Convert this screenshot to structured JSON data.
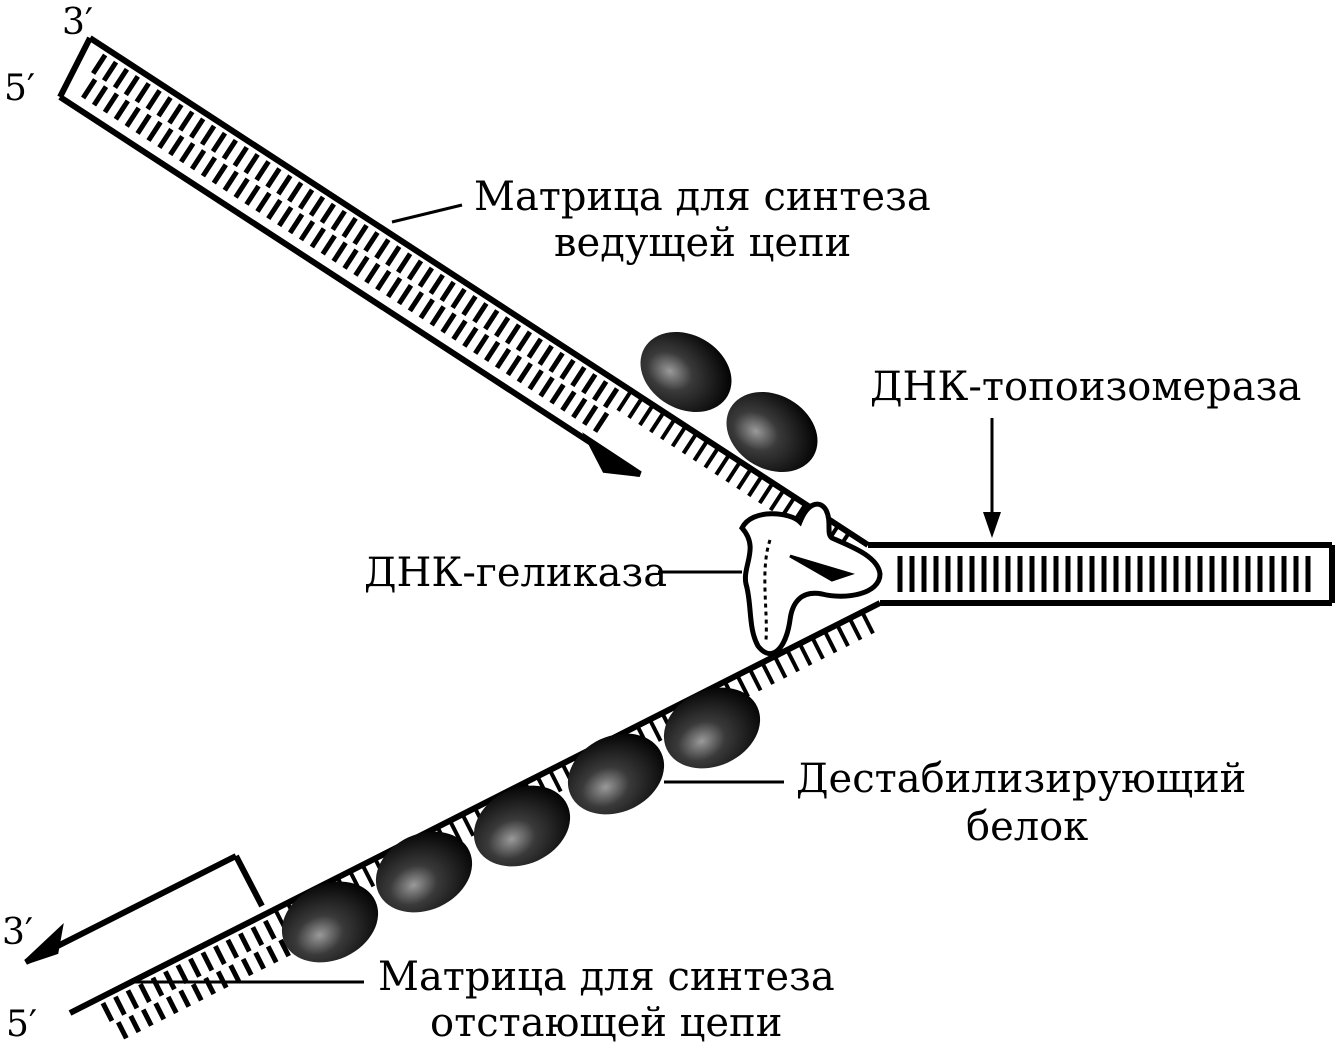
{
  "labels": {
    "leading_template_line1": "Матрица для синтеза",
    "leading_template_line2": "ведущей цепи",
    "topoisomerase": "ДНК-топоизомераза",
    "helicase": "ДНК-геликаза",
    "ssb_line1": "Дестабилизирующий",
    "ssb_line2": "белок",
    "lagging_template_line1": "Матрица для синтеза",
    "lagging_template_line2": "отстающей цепи"
  },
  "strand_ends": {
    "top_3prime": "3′",
    "top_5prime": "5′",
    "bottom_3prime": "3′",
    "bottom_5prime": "5′"
  }
}
